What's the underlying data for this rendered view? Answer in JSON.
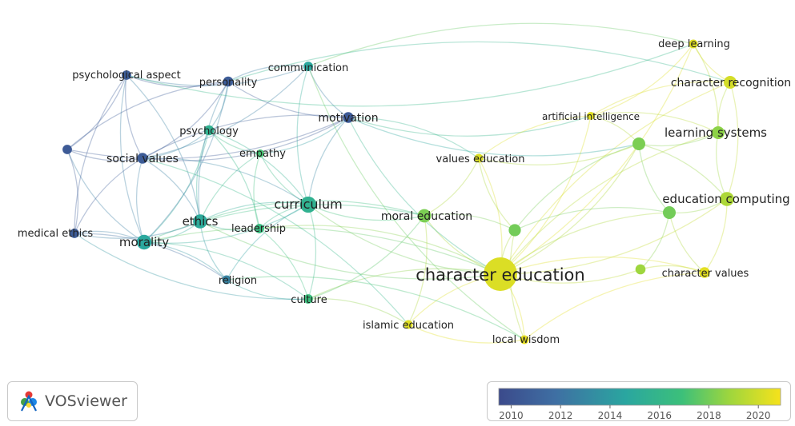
{
  "app": {
    "logo_text": "VOSviewer"
  },
  "colors": {
    "scale": [
      "#3b4a8b",
      "#3f6fa3",
      "#2aa6a0",
      "#3cc07a",
      "#9fd63d",
      "#f6e21b"
    ],
    "edge_opacity": 0.35
  },
  "legend": {
    "ticks": [
      "2010",
      "2012",
      "2014",
      "2016",
      "2018",
      "2020"
    ],
    "min_year": 2009.5,
    "max_year": 2020.9
  },
  "nodes": [
    {
      "id": "character-education",
      "label": "character education",
      "year": 2020.2,
      "weight": 5.0
    },
    {
      "id": "curriculum",
      "label": "curriculum",
      "year": 2015.0,
      "weight": 2.4
    },
    {
      "id": "morality",
      "label": "morality",
      "year": 2014.2,
      "weight": 2.2
    },
    {
      "id": "ethics",
      "label": "ethics",
      "year": 2014.4,
      "weight": 2.1
    },
    {
      "id": "moral-education",
      "label": "moral education",
      "year": 2017.8,
      "weight": 2.0
    },
    {
      "id": "education-computing",
      "label": "education computing",
      "year": 2019.0,
      "weight": 2.1
    },
    {
      "id": "learning-systems",
      "label": "learning systems",
      "year": 2018.2,
      "weight": 1.9
    },
    {
      "id": "character-recognition",
      "label": "character recognition",
      "year": 2020.0,
      "weight": 1.9
    },
    {
      "id": "deep-learning",
      "label": "deep learning",
      "year": 2020.3,
      "weight": 1.3
    },
    {
      "id": "artificial-intelligence",
      "label": "artificial intelligence",
      "year": 2020.3,
      "weight": 1.2
    },
    {
      "id": "values-education",
      "label": "values education",
      "year": 2020.2,
      "weight": 1.3
    },
    {
      "id": "character-values",
      "label": "character values",
      "year": 2020.4,
      "weight": 1.6
    },
    {
      "id": "local-wisdom",
      "label": "local wisdom",
      "year": 2020.5,
      "weight": 1.3
    },
    {
      "id": "islamic-education",
      "label": "islamic education",
      "year": 2020.3,
      "weight": 1.3
    },
    {
      "id": "culture",
      "label": "culture",
      "year": 2016.2,
      "weight": 1.4
    },
    {
      "id": "religion",
      "label": "religion",
      "year": 2012.6,
      "weight": 1.3
    },
    {
      "id": "leadership",
      "label": "leadership",
      "year": 2016.0,
      "weight": 1.4
    },
    {
      "id": "empathy",
      "label": "empathy",
      "year": 2016.6,
      "weight": 1.2
    },
    {
      "id": "psychology",
      "label": "psychology",
      "year": 2015.0,
      "weight": 1.5
    },
    {
      "id": "social-values",
      "label": "social values",
      "year": 2010.6,
      "weight": 1.6
    },
    {
      "id": "medical-ethics",
      "label": "medical ethics",
      "year": 2010.6,
      "weight": 1.4
    },
    {
      "id": "motivation",
      "label": "motivation",
      "year": 2010.5,
      "weight": 1.6
    },
    {
      "id": "personality",
      "label": "personality",
      "year": 2010.7,
      "weight": 1.5
    },
    {
      "id": "communication",
      "label": "communication",
      "year": 2014.2,
      "weight": 1.4
    },
    {
      "id": "psychological-aspect",
      "label": "psychological aspect",
      "year": 2010.7,
      "weight": 1.4
    },
    {
      "id": "",
      "label": "",
      "year": 2010.5,
      "weight": 1.4
    },
    {
      "id": "",
      "label": "",
      "year": 2017.6,
      "weight": 1.8
    },
    {
      "id": "",
      "label": "",
      "year": 2017.8,
      "weight": 1.9
    },
    {
      "id": "",
      "label": "",
      "year": 2017.6,
      "weight": 1.9
    },
    {
      "id": "",
      "label": "",
      "year": 2018.6,
      "weight": 1.5
    }
  ]
}
